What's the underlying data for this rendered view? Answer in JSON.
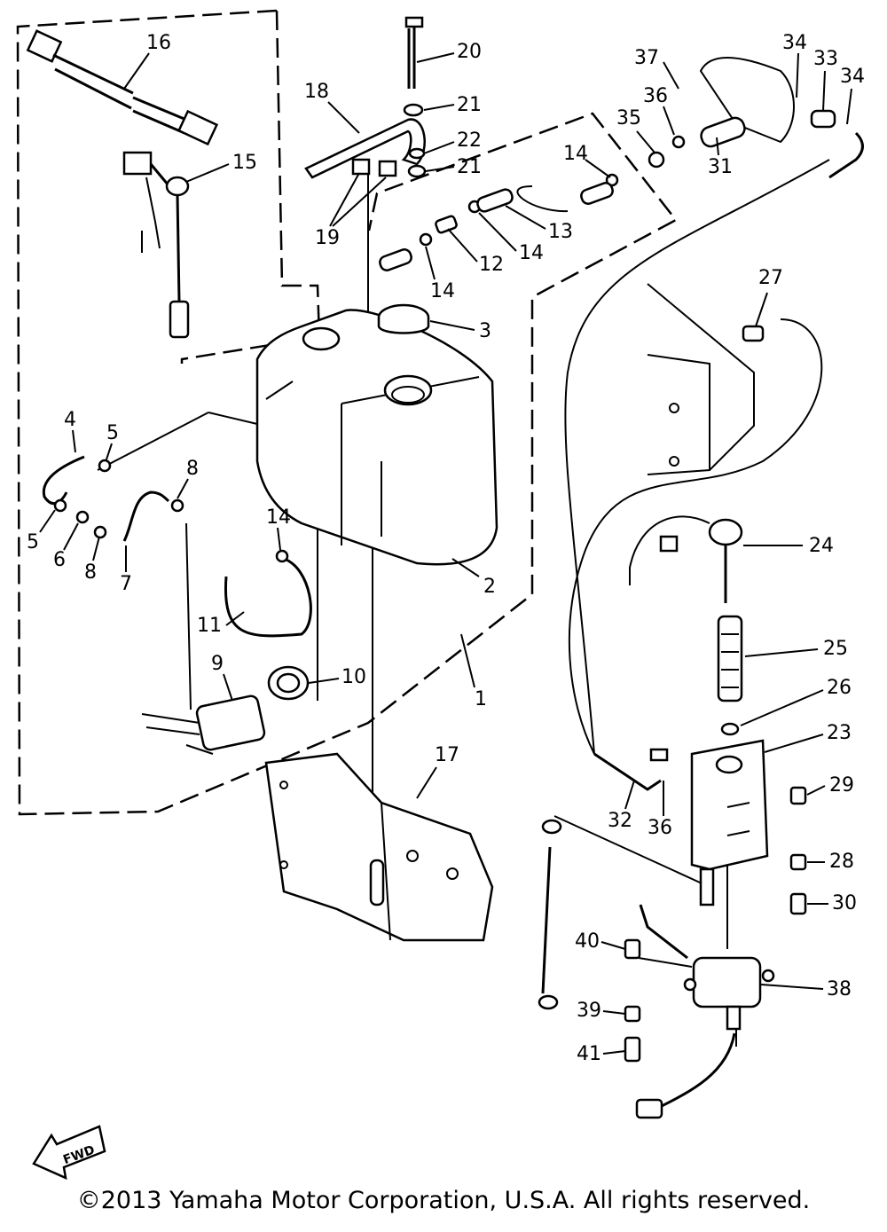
{
  "diagram": {
    "part_labels": [
      "1",
      "2",
      "3",
      "4",
      "5",
      "5",
      "6",
      "7",
      "8",
      "8",
      "9",
      "10",
      "11",
      "12",
      "13",
      "14",
      "14",
      "14",
      "14",
      "15",
      "16",
      "17",
      "18",
      "19",
      "20",
      "21",
      "21",
      "22",
      "23",
      "24",
      "25",
      "26",
      "27",
      "28",
      "29",
      "30",
      "31",
      "32",
      "33",
      "34",
      "34",
      "35",
      "36",
      "36",
      "37",
      "38",
      "39",
      "40",
      "41"
    ],
    "fwd_label": "FWD"
  },
  "footer": {
    "copyright": "©2013 Yamaha Motor Corporation, U.S.A. All rights reserved."
  }
}
